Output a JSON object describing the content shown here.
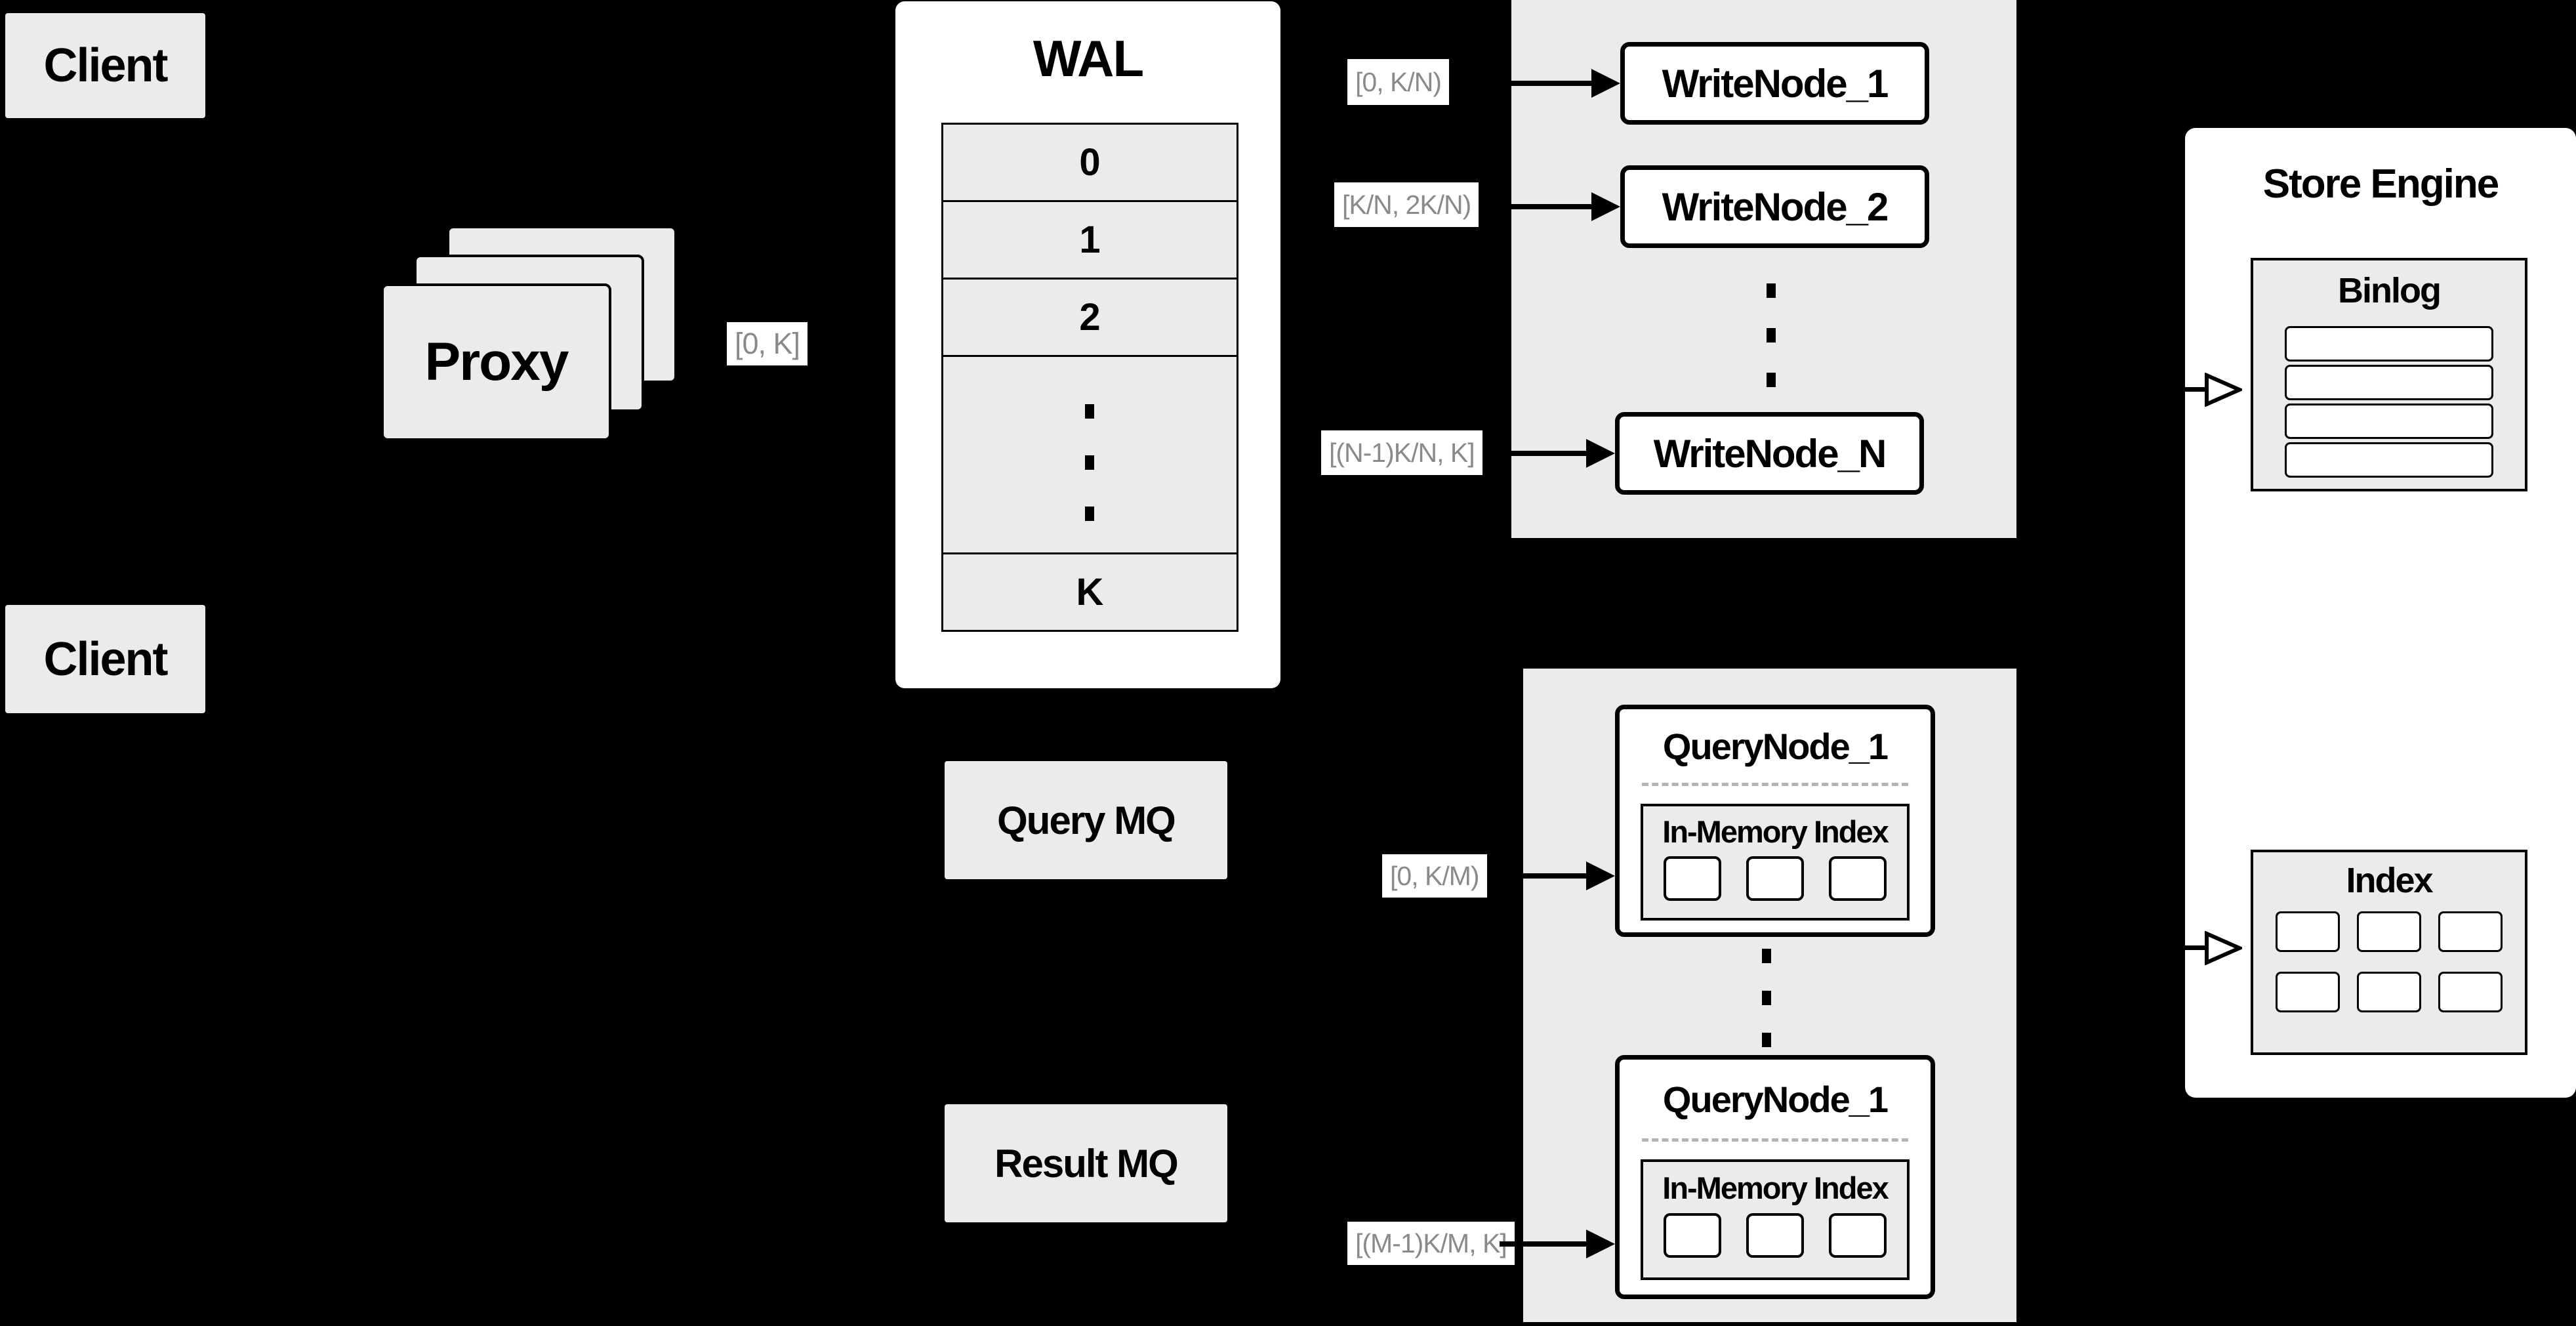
{
  "colors": {
    "background": "#000000",
    "panel_gray": "#ebebeb",
    "surface_white": "#ffffff",
    "line_black": "#000000",
    "range_text_gray": "#8a8a8a",
    "dashed_divider_gray": "#b3b3b3"
  },
  "clients": {
    "top_label": "Client",
    "bottom_label": "Client"
  },
  "proxy": {
    "label": "Proxy",
    "output_range": "[0, K]"
  },
  "wal": {
    "title": "WAL",
    "rows": [
      "0",
      "1",
      "2"
    ],
    "tail_row": "K"
  },
  "write_cluster": {
    "nodes": [
      {
        "label": "WriteNode_1",
        "range": "[0, K/N)"
      },
      {
        "label": "WriteNode_2",
        "range": "[K/N, 2K/N)"
      },
      {
        "label": "WriteNode_N",
        "range": "[(N-1)K/N, K]"
      }
    ]
  },
  "store_engine": {
    "title": "Store Engine",
    "binlog_title": "Binlog",
    "binlog_row_count": 4,
    "index_title": "Index",
    "index_cell_count": 6
  },
  "mq": {
    "query_label": "Query MQ",
    "result_label": "Result MQ"
  },
  "query_cluster": {
    "nodes": [
      {
        "title": "QueryNode_1",
        "inner_title": "In-Memory Index",
        "range": "[0, K/M)"
      },
      {
        "title": "QueryNode_1",
        "inner_title": "In-Memory Index",
        "range": "[(M-1)K/M, K]"
      }
    ]
  }
}
